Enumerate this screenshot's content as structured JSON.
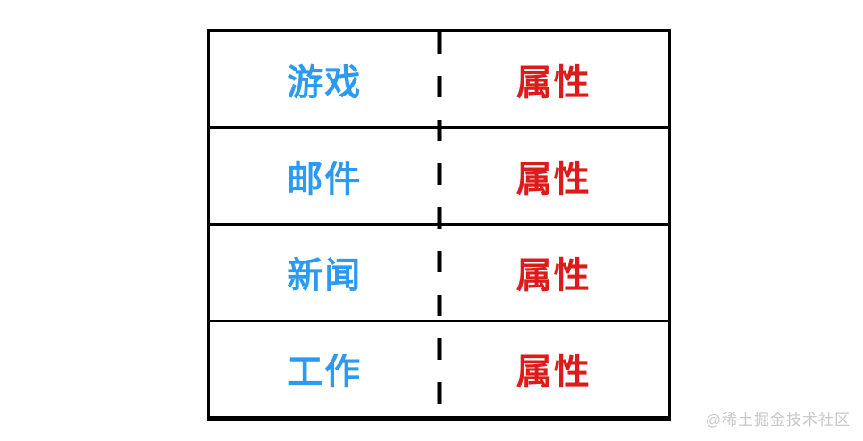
{
  "table": {
    "rows": [
      {
        "label": "游戏",
        "attribute": "属性"
      },
      {
        "label": "邮件",
        "attribute": "属性"
      },
      {
        "label": "新闻",
        "attribute": "属性"
      },
      {
        "label": "工作",
        "attribute": "属性"
      }
    ]
  },
  "colors": {
    "label_blue": "#2b9af3",
    "attribute_red": "#dc1b1b",
    "border_black": "#000000",
    "watermark_gray": "#c8c8c8"
  },
  "watermark": {
    "text": "@稀土掘金技术社区"
  }
}
